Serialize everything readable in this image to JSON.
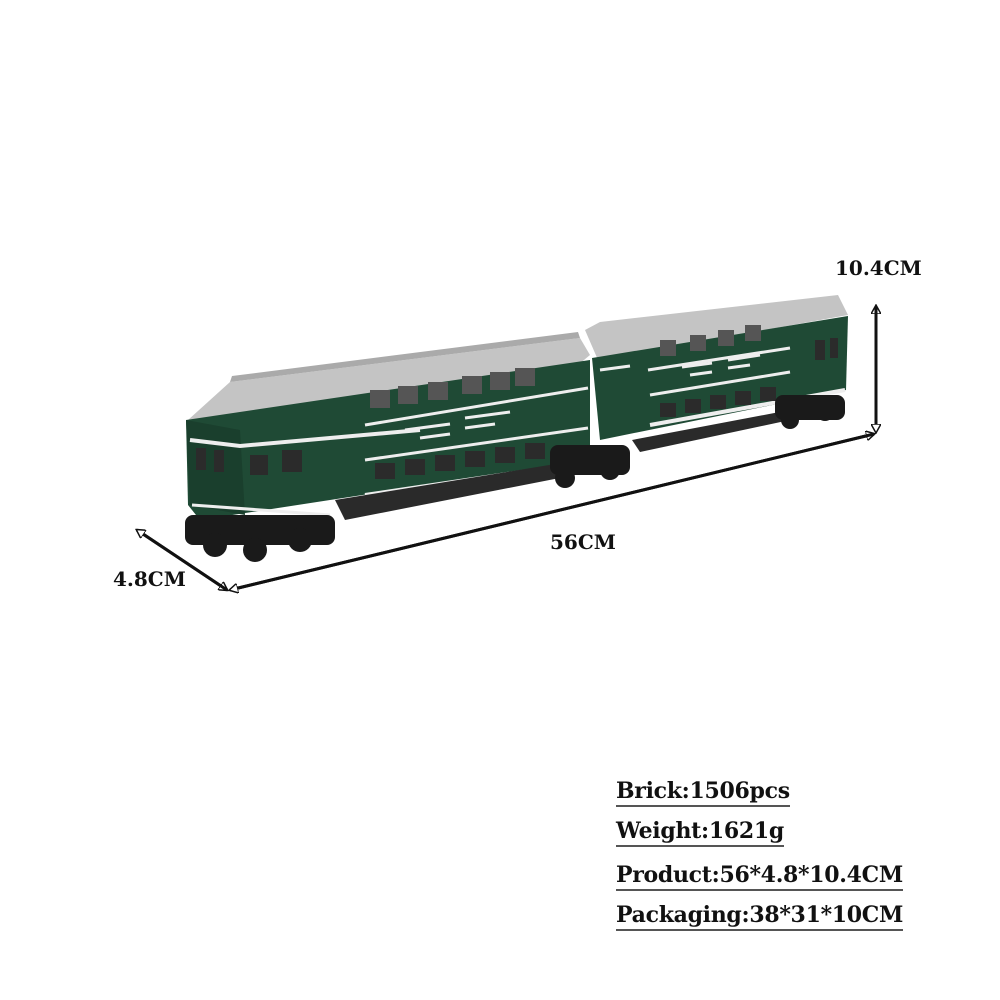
{
  "product_image": {
    "subject": "green double-deck passenger train brick model (two cars)",
    "colors": {
      "body": "#1f4a35",
      "roof": "#bdbdbd",
      "stripe": "#f0f0f0",
      "undercarriage": "#1c1c1c",
      "background": "#ffffff"
    }
  },
  "dimensions": {
    "height": "10.4CM",
    "length": "56CM",
    "depth": "4.8CM"
  },
  "specs": [
    {
      "label": "Brick:1506pcs"
    },
    {
      "label": "Weight:1621g"
    },
    {
      "label": "Product:56*4.8*10.4CM"
    },
    {
      "label": "Packaging:38*31*10CM"
    }
  ]
}
